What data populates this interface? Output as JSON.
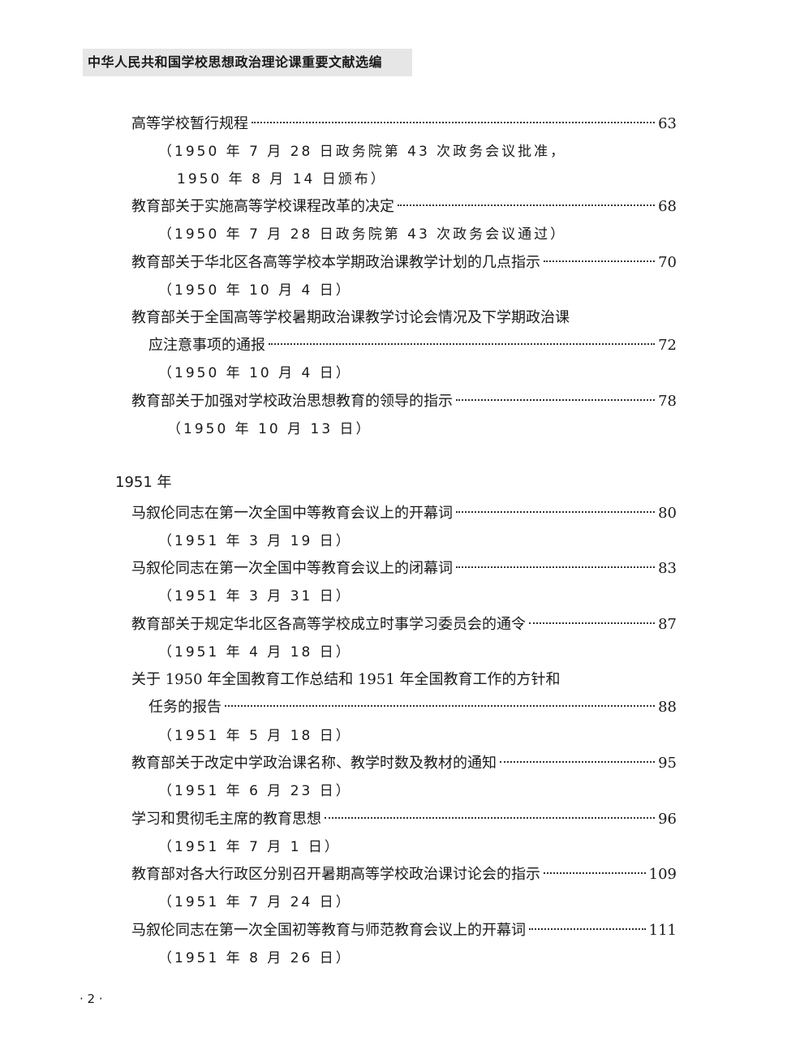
{
  "header": {
    "title": "中华人民共和国学校思想政治理论课重要文献选编"
  },
  "sections": {
    "s1951": {
      "heading": "1951 年"
    }
  },
  "entries": [
    {
      "title": "高等学校暂行规程",
      "page": "63",
      "notes": [
        "（1950 年 7 月 28 日政务院第 43 次政务会议批准，",
        "1950 年 8 月 14 日颁布）"
      ]
    },
    {
      "title": "教育部关于实施高等学校课程改革的决定",
      "page": "68",
      "notes": [
        "（1950 年 7 月 28 日政务院第 43 次政务会议通过）"
      ]
    },
    {
      "title": "教育部关于华北区各高等学校本学期政治课教学计划的几点指示",
      "page": "70",
      "notes": [
        "（1950 年 10 月 4 日）"
      ]
    },
    {
      "title_line1": "教育部关于全国高等学校暑期政治课教学讨论会情况及下学期政治课",
      "title": "应注意事项的通报",
      "page": "72",
      "notes": [
        "（1950 年 10 月 4 日）"
      ]
    },
    {
      "title": "教育部关于加强对学校政治思想教育的领导的指示",
      "page": "78",
      "notes": [
        "（1950 年 10 月 13 日）"
      ]
    },
    {
      "title": "马叙伦同志在第一次全国中等教育会议上的开幕词",
      "page": "80",
      "notes": [
        "（1951 年 3 月 19 日）"
      ]
    },
    {
      "title": "马叙伦同志在第一次全国中等教育会议上的闭幕词",
      "page": "83",
      "notes": [
        "（1951 年 3 月 31 日）"
      ]
    },
    {
      "title": "教育部关于规定华北区各高等学校成立时事学习委员会的通令",
      "page": "87",
      "notes": [
        "（1951 年 4 月 18 日）"
      ]
    },
    {
      "title_line1": "关于 1950 年全国教育工作总结和 1951 年全国教育工作的方针和",
      "title": "任务的报告",
      "page": "88",
      "notes": [
        "（1951 年 5 月 18 日）"
      ]
    },
    {
      "title": "教育部关于改定中学政治课名称、教学时数及教材的通知",
      "page": "95",
      "notes": [
        "（1951 年 6 月 23 日）"
      ]
    },
    {
      "title": "学习和贯彻毛主席的教育思想",
      "page": "96",
      "notes": [
        "（1951 年 7 月 1 日）"
      ]
    },
    {
      "title": "教育部对各大行政区分别召开暑期高等学校政治课讨论会的指示",
      "page": "109",
      "notes": [
        "（1951 年 7 月 24 日）"
      ]
    },
    {
      "title": "马叙伦同志在第一次全国初等教育与师范教育会议上的开幕词",
      "page": "111",
      "notes": [
        "（1951 年 8 月 26 日）"
      ]
    }
  ],
  "footer": {
    "page_number": "· 2 ·"
  }
}
